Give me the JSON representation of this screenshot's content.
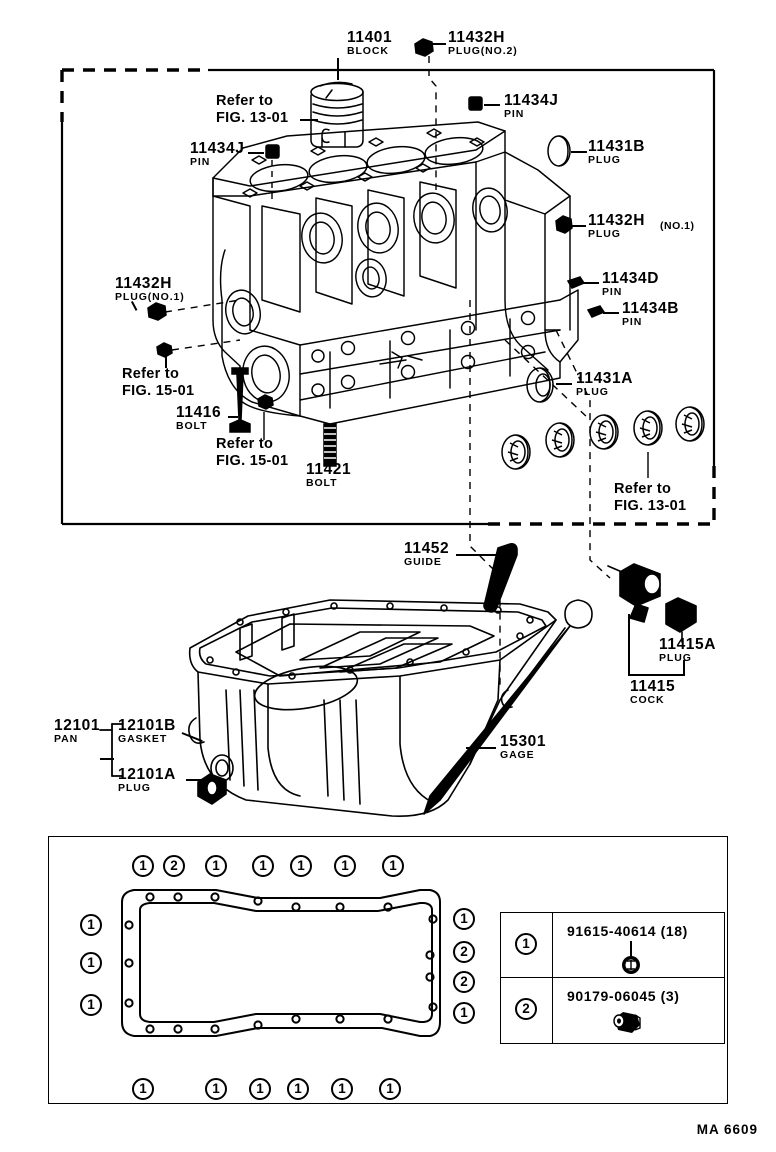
{
  "diagram": {
    "footer_code": "MA 6609",
    "sections": {
      "block_assembly": "engine block exploded view",
      "oil_pan_assembly": "oil pan and dipstick view",
      "gasket_bolt_map": "oil pan gasket bolt location map"
    }
  },
  "callouts": [
    {
      "id": "c-11401",
      "number": "11401",
      "desc": "BLOCK"
    },
    {
      "id": "c-11432H-2",
      "number": "11432H",
      "desc": "PLUG(NO.2)"
    },
    {
      "id": "c-11434J-r",
      "number": "11434J",
      "desc": "PIN"
    },
    {
      "id": "c-11434J-l",
      "number": "11434J",
      "desc": "PIN"
    },
    {
      "id": "c-11431B",
      "number": "11431B",
      "desc": "PLUG"
    },
    {
      "id": "c-11432H-1r",
      "number": "11432H",
      "desc": "PLUG",
      "suffix": "(NO.1)"
    },
    {
      "id": "c-11434D",
      "number": "11434D",
      "desc": "PIN"
    },
    {
      "id": "c-11434B",
      "number": "11434B",
      "desc": "PIN"
    },
    {
      "id": "c-11432H-1l",
      "number": "11432H",
      "desc": "PLUG(NO.1)"
    },
    {
      "id": "c-11416",
      "number": "11416",
      "desc": "BOLT"
    },
    {
      "id": "c-11421",
      "number": "11421",
      "desc": "BOLT"
    },
    {
      "id": "c-11431A",
      "number": "11431A",
      "desc": "PLUG"
    },
    {
      "id": "c-11452",
      "number": "11452",
      "desc": "GUIDE"
    },
    {
      "id": "c-11415A",
      "number": "11415A",
      "desc": "PLUG"
    },
    {
      "id": "c-11415",
      "number": "11415",
      "desc": "COCK"
    },
    {
      "id": "c-12101",
      "number": "12101",
      "desc": "PAN"
    },
    {
      "id": "c-12101B",
      "number": "12101B",
      "desc": "GASKET"
    },
    {
      "id": "c-12101A",
      "number": "12101A",
      "desc": "PLUG"
    },
    {
      "id": "c-15301",
      "number": "15301",
      "desc": "GAGE"
    }
  ],
  "refer_notes": [
    {
      "id": "ref-13-01-top",
      "line1": "Refer to",
      "line2": "FIG. 13-01"
    },
    {
      "id": "ref-15-01-left",
      "line1": "Refer to",
      "line2": "FIG. 15-01"
    },
    {
      "id": "ref-15-01-mid",
      "line1": "Refer to",
      "line2": "FIG. 15-01"
    },
    {
      "id": "ref-13-01-bottom",
      "line1": "Refer to",
      "line2": "FIG. 13-01"
    }
  ],
  "gasket_map": {
    "top_row": [
      "1",
      "2",
      "1",
      "1",
      "1",
      "1",
      "1"
    ],
    "bottom_row": [
      "1",
      "1",
      "1",
      "1",
      "1",
      "1"
    ],
    "left_col": [
      "1",
      "1",
      "1"
    ],
    "right_col": [
      "1",
      "2",
      "2",
      "1"
    ]
  },
  "legend": {
    "rows": [
      {
        "key": "1",
        "part_number": "91615-40614 (18)",
        "icon": "bolt-icon"
      },
      {
        "key": "2",
        "part_number": "90179-06045 (3)",
        "icon": "nut-icon"
      }
    ]
  }
}
